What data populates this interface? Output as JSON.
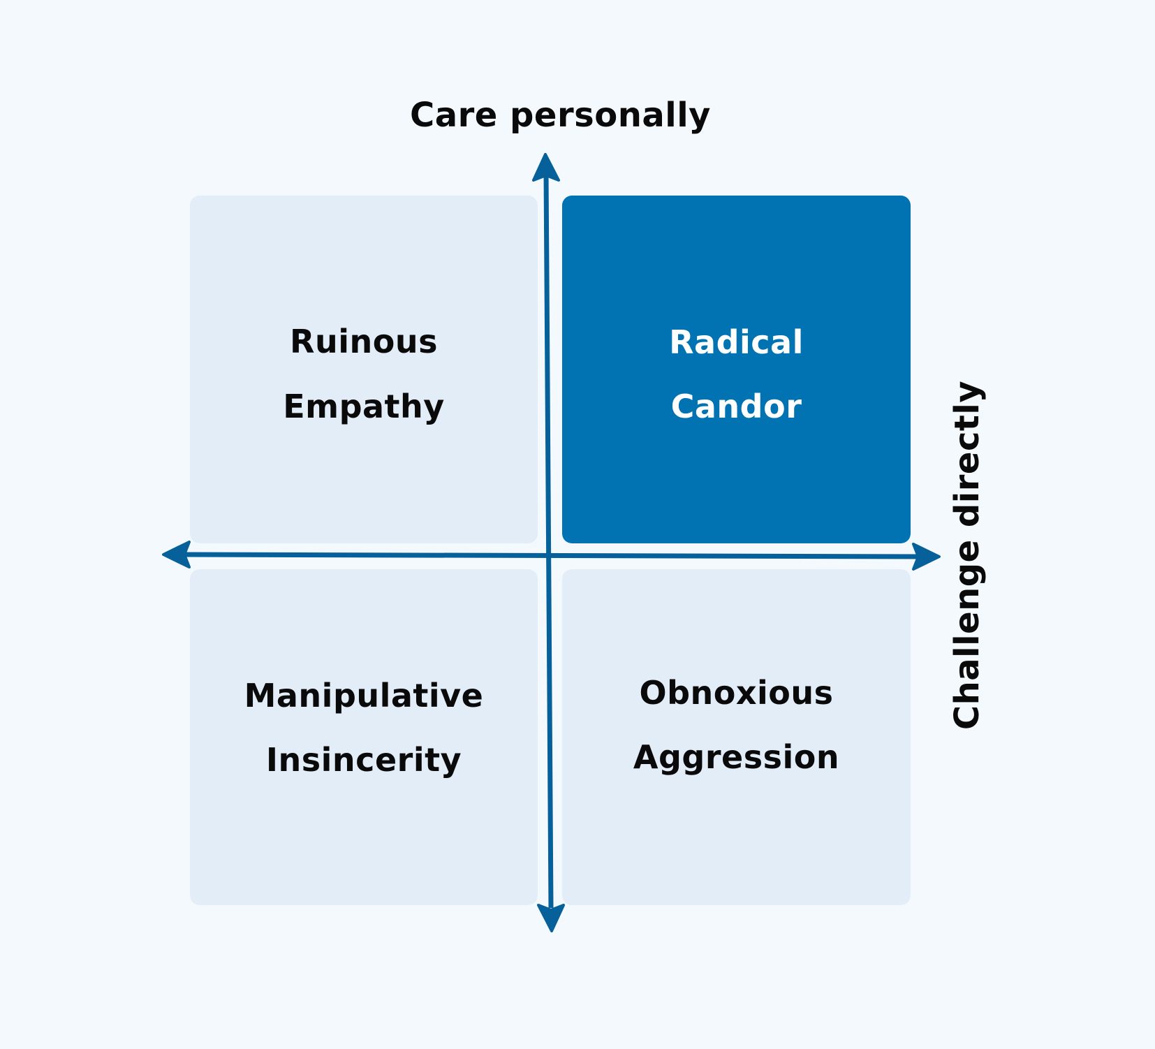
{
  "axes": {
    "vertical_label": "Care personally",
    "horizontal_label": "Challenge directly"
  },
  "quadrants": {
    "top_left": {
      "line1": "Ruinous",
      "line2": "Empathy"
    },
    "top_right": {
      "line1": "Radical",
      "line2": "Candor"
    },
    "bottom_left": {
      "line1": "Manipulative",
      "line2": "Insincerity"
    },
    "bottom_right": {
      "line1": "Obnoxious",
      "line2": "Aggression"
    }
  },
  "colors": {
    "background": "#f4f9fd",
    "quadrant_fill": "#e2edf8",
    "highlight_fill": "#0173b2",
    "axis": "#06609a",
    "text": "#0a0a0a",
    "highlight_text": "#ffffff"
  }
}
